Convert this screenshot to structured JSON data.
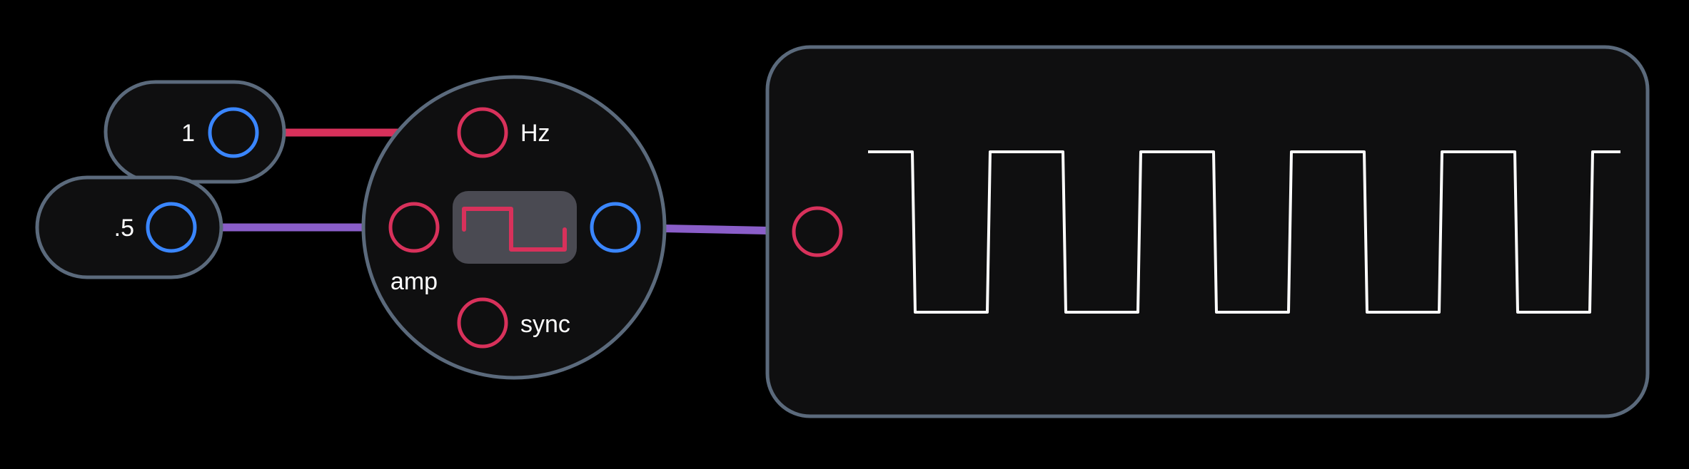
{
  "nodes": {
    "const_hz": {
      "value_label": "1"
    },
    "const_amp": {
      "value_label": ".5"
    },
    "oscillator": {
      "waveform_icon": "square-wave-icon",
      "inputs": {
        "frequency_label": "Hz",
        "amplitude_label": "amp",
        "sync_label": "sync"
      }
    },
    "scope": {
      "waveform": "square",
      "cycles_visible": 5
    }
  },
  "colors": {
    "background": "#000000",
    "node_fill": "#0f0f10",
    "node_border": "#5b6a7c",
    "output_port": "#3a86ff",
    "input_port": "#d8315b",
    "cable_frequency": "#d8315b",
    "cable_amplitude": "#8a5ec9",
    "icon_box": "#4a4a52",
    "trace": "#ffffff"
  }
}
